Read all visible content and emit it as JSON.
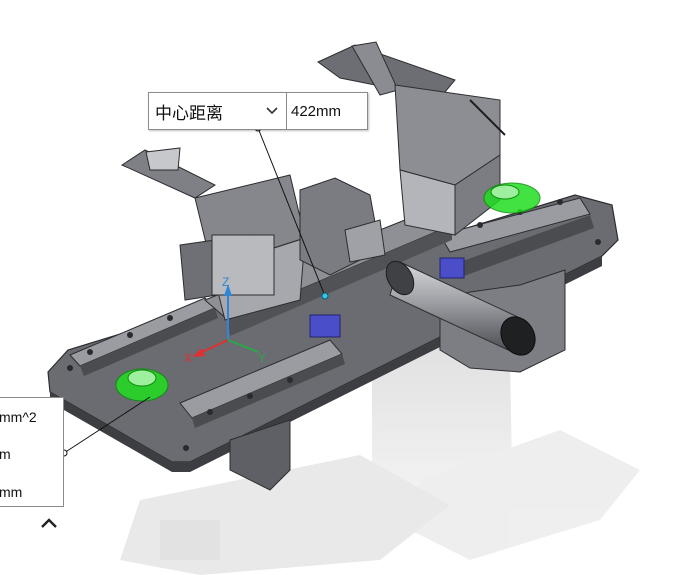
{
  "measure_popup": {
    "option_label": "中心距离",
    "value": "422mm",
    "dropdown_icon": "chevron-down-icon"
  },
  "info_panel": {
    "line1": "mm^2",
    "line2": "m",
    "line3": "mm"
  },
  "collapse_icon": "chevron-up-icon",
  "triad": {
    "x_label": "X",
    "y_label": "Y",
    "z_label": "Z"
  },
  "colors": {
    "selection_green": "#22dd22",
    "axis_x": "#e03030",
    "axis_y": "#2aa84a",
    "axis_z": "#2f86d6",
    "model_gray": "#707278"
  }
}
